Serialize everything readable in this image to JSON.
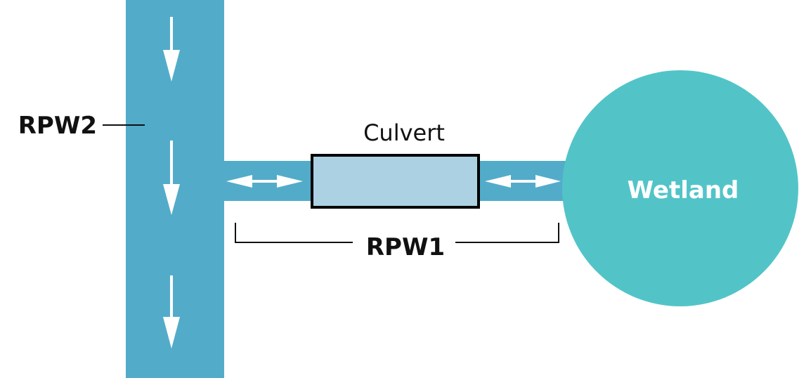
{
  "diagram": {
    "labels": {
      "rpw2": "RPW2",
      "rpw1": "RPW1",
      "culvert": "Culvert",
      "wetland": "Wetland"
    },
    "colors": {
      "stream": "#52acc9",
      "culvert_fill": "#abd1e2",
      "culvert_border": "#000000",
      "wetland": "#52c4c8",
      "arrow": "#ffffff",
      "leader_line": "#111111"
    },
    "flow": {
      "rpw2_direction": "downstream (down)",
      "rpw2_arrow_count": 3,
      "rpw1_direction": "bidirectional",
      "rpw1_arrow_count": 2
    }
  }
}
